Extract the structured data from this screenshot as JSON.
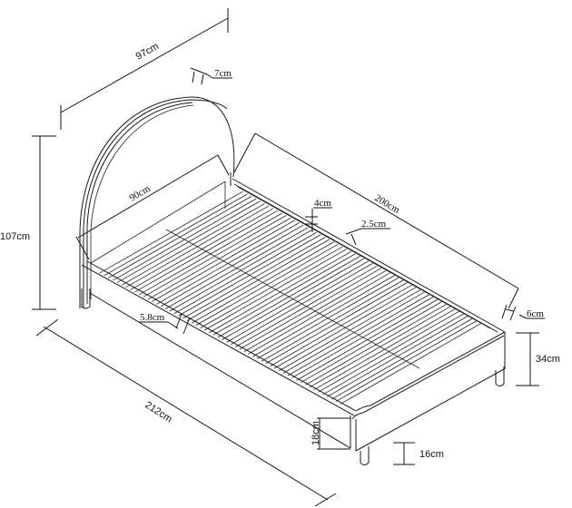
{
  "diagram": {
    "subject": "bed frame with arched headboard and slatted base",
    "colors": {
      "background": "#ffffff",
      "line": "#1a1a1a"
    },
    "dimensions": {
      "headboard_width": "97cm",
      "headboard_thickness": "7cm",
      "total_height": "107cm",
      "inner_width": "90cm",
      "inner_length": "200cm",
      "slat_gap": "4cm",
      "side_rail": "2.5cm",
      "frame_border": "6cm",
      "slat_width": "5.8cm",
      "frame_height": "34cm",
      "total_length": "212cm",
      "side_depth": "18cm",
      "leg_height": "16cm"
    }
  }
}
